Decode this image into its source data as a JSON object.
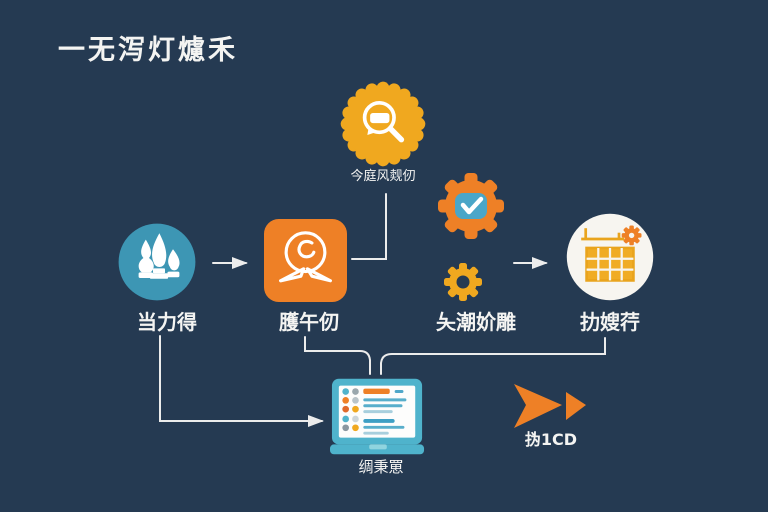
{
  "title": "一无泻灯爈禾",
  "colors": {
    "background": "#253a52",
    "orange": "#ee8026",
    "yellow": "#f0a81f",
    "teal": "#3d96b4",
    "light_teal": "#4fb3cc",
    "line": "#ececec",
    "text": "#f4f4f2",
    "circle_white": "#f7f5f0"
  },
  "nodes": {
    "search_badge": {
      "label": "今庭风觌仞",
      "icon": "magnifier-badge-icon"
    },
    "bottles": {
      "label": "当力得",
      "icon": "bottles-icon"
    },
    "profile": {
      "label": "臒午仞",
      "icon": "person-award-icon"
    },
    "gears": {
      "label": "夨潮妎雕",
      "icon": "gears-check-icon"
    },
    "calendar": {
      "label": "扐嫂荇",
      "icon": "calendar-gear-icon"
    },
    "monitor": {
      "label": "绸秉罳",
      "icon": "monitor-list-icon"
    },
    "play": {
      "label": "㧑1CD",
      "icon": "fast-forward-icon"
    }
  },
  "edges": [
    {
      "from": "bottles",
      "to": "profile",
      "style": "arrow"
    },
    {
      "from": "profile",
      "to": "search_badge",
      "style": "elbow-line"
    },
    {
      "from": "gears",
      "to": "calendar",
      "style": "arrow"
    },
    {
      "from": "bottles",
      "to": "monitor",
      "style": "elbow-arrow"
    },
    {
      "from": "profile",
      "to": "monitor",
      "style": "funnel-line"
    },
    {
      "from": "calendar",
      "to": "monitor",
      "style": "funnel-line"
    }
  ]
}
